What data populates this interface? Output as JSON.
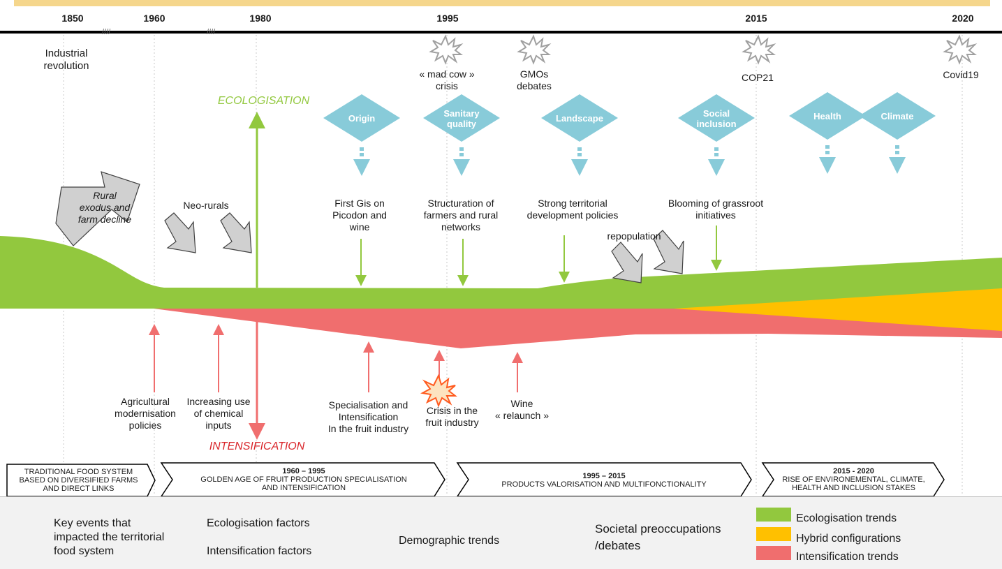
{
  "timeline": {
    "years": [
      "1850",
      "1960",
      "1980",
      "1995",
      "2015",
      "2020"
    ],
    "breaks": [
      "////",
      "////"
    ]
  },
  "events_top": {
    "industrial": "Industrial\nrevolution",
    "mad_cow": "« mad cow »\ncrisis",
    "gmos": "GMOs\ndebates",
    "cop21": "COP21",
    "covid": "Covid19"
  },
  "axis_labels": {
    "ecologisation": "ECOLOGISATION",
    "intensification": "INTENSIFICATION"
  },
  "themes": [
    "Origin",
    "Sanitary\nquality",
    "Landscape",
    "Social\ninclusion",
    "Health",
    "Climate"
  ],
  "eco_factors": {
    "gis": "First Gis on\nPicodon and\nwine",
    "networks": "Structuration of\nfarmers and rural\nnetworks",
    "territorial": "Strong territorial\ndevelopment policies",
    "grassroot": "Blooming of grassroot\ninitiatives"
  },
  "demographic": {
    "rural_exodus": "Rural\nexodus and\nfarm decline",
    "neo_rurals": "Neo-rurals",
    "repopulation": "repopulation"
  },
  "intens_factors": {
    "modernisation": "Agricultural\nmodernisation\npolicies",
    "chemical": "Increasing use\nof chemical\ninputs",
    "specialisation": "Specialisation and\nIntensification\nIn the fruit industry",
    "crisis": "Crisis in the\nfruit industry",
    "wine": "Wine\n« relaunch »"
  },
  "periods": [
    {
      "years": "",
      "text": "TRADITIONAL  FOOD SYSTEM\nBASED ON DIVERSIFIED FARMS\nAND DIRECT LINKS"
    },
    {
      "years": "1960 – 1995",
      "text": "GOLDEN AGE OF FRUIT  PRODUCTION  SPECIALISATION\nAND INTENSIFICATION"
    },
    {
      "years": "1995 – 2015",
      "text": "PRODUCTS VALORISATION  AND MULTIFONCTIONALITY"
    },
    {
      "years": "2015 - 2020",
      "text": "RISE OF ENVIRONEMENTAL,  CLIMATE,\nHEALTH AND INCLUSION STAKES"
    }
  ],
  "legend": {
    "key_events": "Key events that\nimpacted the territorial\nfood system",
    "eco_factors": "Ecologisation factors",
    "intens_factors": "Intensification factors",
    "demographic": "Demographic trends",
    "societal": "Societal preoccupations\n/debates",
    "eco_trends": "Ecologisation trends",
    "hybrid": "Hybrid configurations",
    "intens_trends": "Intensification trends"
  },
  "colors": {
    "ecologisation": "#92c83e",
    "intensification": "#f06e6e",
    "hybrid": "#ffc000",
    "theme": "#88cbd9",
    "banner": "#f5d68c",
    "eco_text": "#92c83e",
    "intens_text": "#d9252a"
  }
}
